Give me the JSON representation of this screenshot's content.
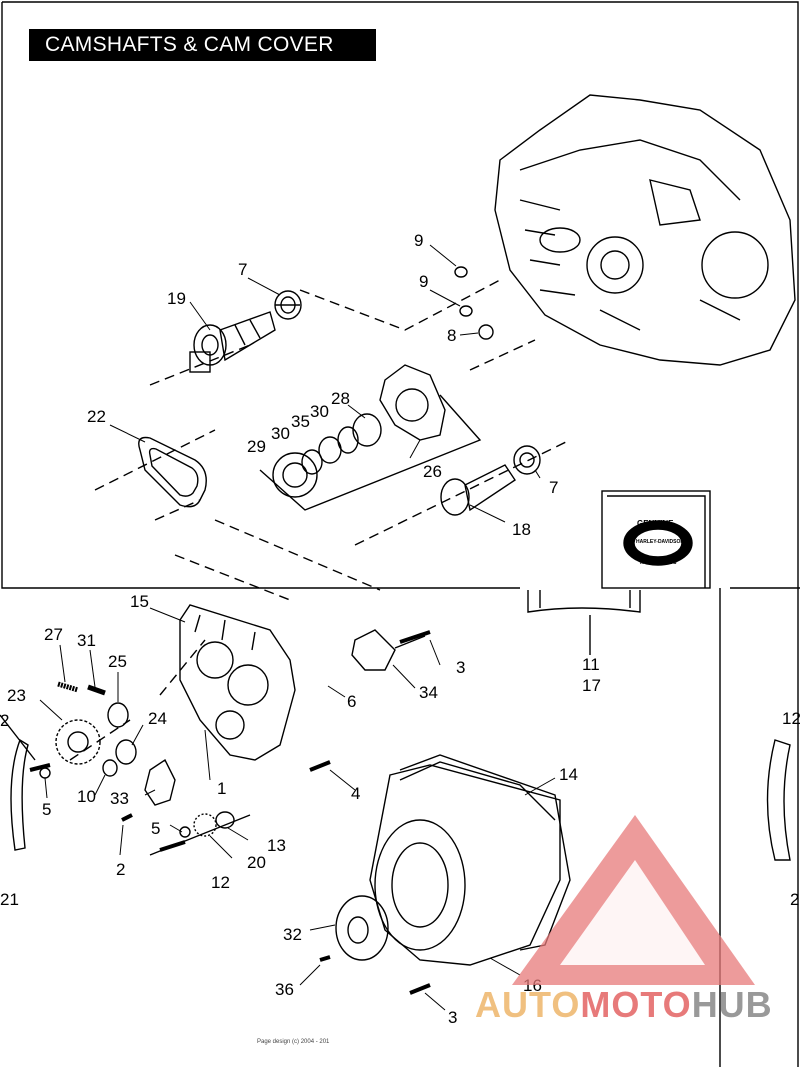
{
  "title": "CAMSHAFTS & CAM COVER",
  "callouts": [
    {
      "id": "c7a",
      "text": "7"
    },
    {
      "id": "c19",
      "text": "19"
    },
    {
      "id": "c9a",
      "text": "9"
    },
    {
      "id": "c9b",
      "text": "9"
    },
    {
      "id": "c8",
      "text": "8"
    },
    {
      "id": "c22",
      "text": "22"
    },
    {
      "id": "c28",
      "text": "28"
    },
    {
      "id": "c30a",
      "text": "30"
    },
    {
      "id": "c35",
      "text": "35"
    },
    {
      "id": "c30b",
      "text": "30"
    },
    {
      "id": "c29",
      "text": "29"
    },
    {
      "id": "c26",
      "text": "26"
    },
    {
      "id": "c7b",
      "text": "7"
    },
    {
      "id": "c18",
      "text": "18"
    },
    {
      "id": "c15",
      "text": "15"
    },
    {
      "id": "c27",
      "text": "27"
    },
    {
      "id": "c31",
      "text": "31"
    },
    {
      "id": "c25",
      "text": "25"
    },
    {
      "id": "c23",
      "text": "23"
    },
    {
      "id": "c24",
      "text": "24"
    },
    {
      "id": "c3a",
      "text": "3"
    },
    {
      "id": "c34",
      "text": "34"
    },
    {
      "id": "c6",
      "text": "6"
    },
    {
      "id": "c11",
      "text": "11"
    },
    {
      "id": "c17",
      "text": "17"
    },
    {
      "id": "c2a",
      "text": "2"
    },
    {
      "id": "c5a",
      "text": "5"
    },
    {
      "id": "c10",
      "text": "10"
    },
    {
      "id": "c33",
      "text": "33"
    },
    {
      "id": "c1",
      "text": "1"
    },
    {
      "id": "c4",
      "text": "4"
    },
    {
      "id": "c14",
      "text": "14"
    },
    {
      "id": "c5b",
      "text": "5"
    },
    {
      "id": "c13",
      "text": "13"
    },
    {
      "id": "c20",
      "text": "20"
    },
    {
      "id": "c2b",
      "text": "2"
    },
    {
      "id": "c12",
      "text": "12"
    },
    {
      "id": "c21",
      "text": "21"
    },
    {
      "id": "c32",
      "text": "32"
    },
    {
      "id": "c36",
      "text": "36"
    },
    {
      "id": "c16",
      "text": "16"
    },
    {
      "id": "c3b",
      "text": "3"
    },
    {
      "id": "c12r",
      "text": "12"
    },
    {
      "id": "c2r",
      "text": "2"
    }
  ],
  "badge": {
    "top": "GENUINE",
    "middle": "HARLEY-DAVIDSON",
    "bottom": "MOTOR PARTS"
  },
  "footer": "Page design (c) 2004 - 201",
  "watermark": {
    "part1": "AUTO",
    "part2": "MOTO",
    "part3": "HUB"
  },
  "colors": {
    "ink": "#000000",
    "watermark_red": "#e77a7a",
    "watermark_gold": "#f0c080",
    "watermark_gray": "#999999"
  }
}
